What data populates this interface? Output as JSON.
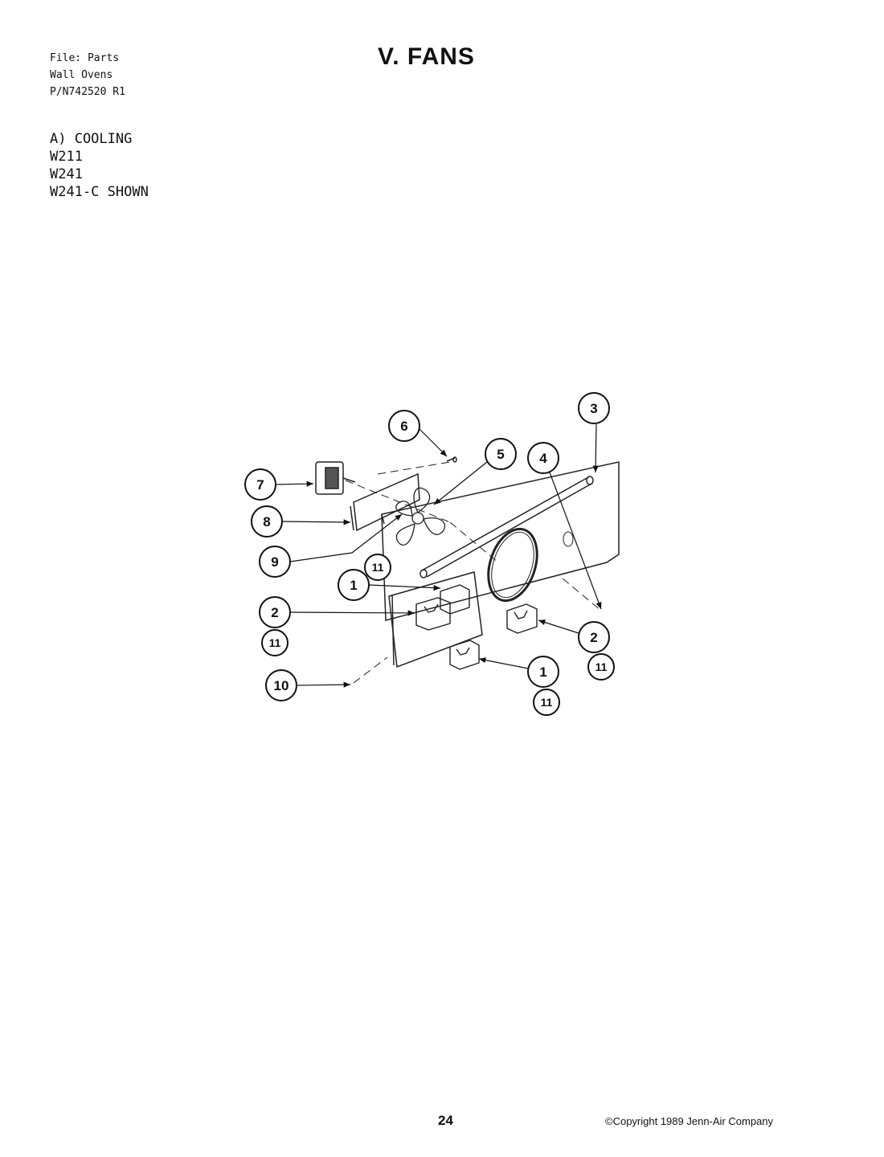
{
  "header": {
    "file_lines": [
      "File: Parts",
      "Wall Ovens",
      "P/N742520 R1"
    ],
    "title": "V. FANS"
  },
  "section": {
    "lines": [
      "A) COOLING",
      "W211",
      "W241",
      "W241-C SHOWN"
    ]
  },
  "callouts": {
    "c1a": "1",
    "c2a": "2",
    "c3": "3",
    "c4": "4",
    "c5": "5",
    "c6": "6",
    "c7": "7",
    "c8": "8",
    "c9": "9",
    "c10": "10",
    "c11a": "11",
    "c11b": "11",
    "c11c": "11",
    "c11d": "11",
    "c2b": "2",
    "c1b": "1"
  },
  "footer": {
    "page_number": "24",
    "copyright": "©Copyright 1989 Jenn-Air Company"
  }
}
